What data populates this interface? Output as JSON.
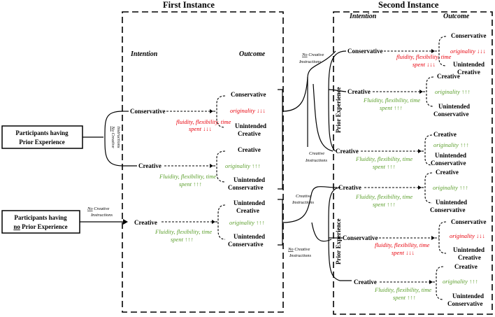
{
  "headers": {
    "first_instance": "First Instance",
    "second_instance": "Second Instance",
    "intention": "Intention",
    "outcome": "Outcome"
  },
  "participants": {
    "prior_line1": "Participants having",
    "prior_line2": "Prior Experience",
    "noprior_line1": "Participants having",
    "noprior_line2_a": "no",
    "noprior_line2_b": " Prior Experience"
  },
  "instructions": {
    "no": "No",
    "creative": "Creative",
    "instructions": "Instructions",
    "no_creative_instructions": "No Creative Instructions",
    "creative_instructions": "Creative Instructions"
  },
  "prior_experience": "Prior Experience",
  "labels": {
    "conservative": "Conservative",
    "creative": "Creative",
    "unintended": "Unintended"
  },
  "metrics": {
    "originality_down": "originality ↓↓↓",
    "originality_up": "originality ↑↑↑",
    "fluidity_red_1": "fluidity, flexibility, time",
    "fluidity_red_2": "spent ↓↓↓",
    "fluidity_green_1": "Fluidity, flexibility, time",
    "fluidity_green_2": "spent ↑↑↑"
  }
}
